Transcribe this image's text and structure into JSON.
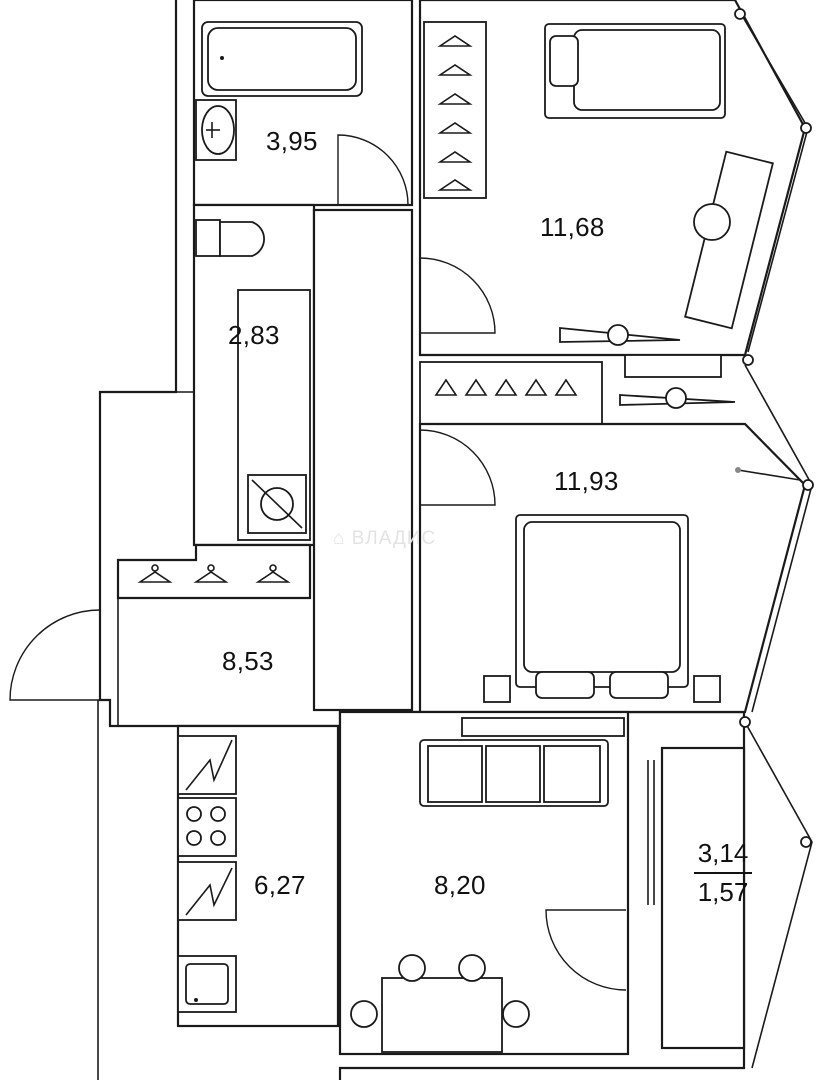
{
  "rooms": {
    "bathroom": "3,95",
    "toilet": "2,83",
    "bedroom_top": "11,68",
    "bedroom_middle": "11,93",
    "hallway": "8,53",
    "kitchen": "6,27",
    "living": "8,20",
    "balcony_total": "3,14",
    "balcony_reduced": "1,57"
  },
  "watermark": {
    "text": "ВЛАДИС",
    "icon": "house-icon"
  },
  "colors": {
    "line": "#1a1a1a",
    "background": "#ffffff",
    "watermark": "#e3e3e3"
  }
}
